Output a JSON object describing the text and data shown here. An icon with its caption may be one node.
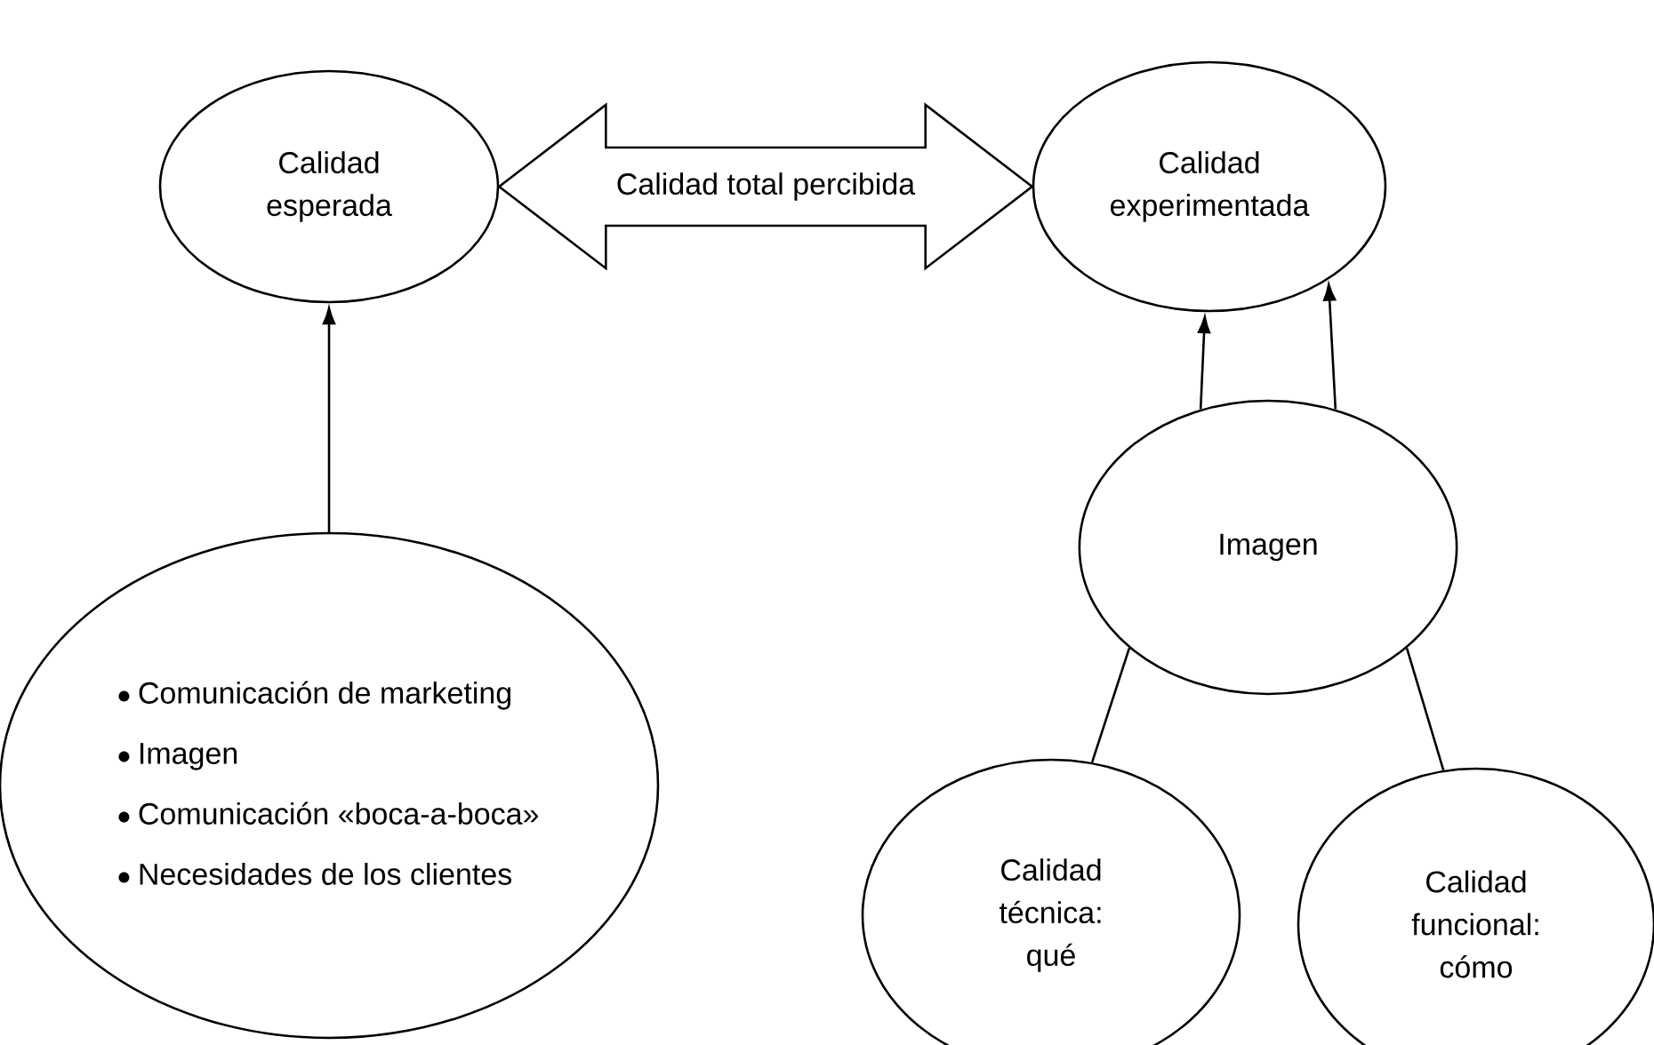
{
  "diagram": {
    "nodes": [
      {
        "text": [
          "Calidad esperada"
        ]
      },
      {
        "text": [
          "Calidad experimentada"
        ]
      },
      {
        "text": [
          "Comunicación de marketing",
          "Imagen",
          "Comunicación «boca-a-boca»",
          "Necesidades de los clientes"
        ]
      },
      {
        "text": [
          "Imagen"
        ]
      },
      {
        "text": [
          "Calidad técnica: qué"
        ]
      },
      {
        "text": [
          "Calidad funcional: cómo"
        ]
      }
    ],
    "edges": [
      {
        "from": 0,
        "to": 1,
        "arrow": "both",
        "label": "Calidad total percibida",
        "style": "thick"
      },
      {
        "from": 2,
        "to": 0,
        "arrow": "to"
      },
      {
        "from": 3,
        "to": 1,
        "arrow": "to"
      },
      {
        "from": 3,
        "to": 1,
        "arrow": "to"
      },
      {
        "from": 4,
        "to": 3,
        "arrow": "none"
      },
      {
        "from": 5,
        "to": 3,
        "arrow": "none"
      }
    ]
  }
}
